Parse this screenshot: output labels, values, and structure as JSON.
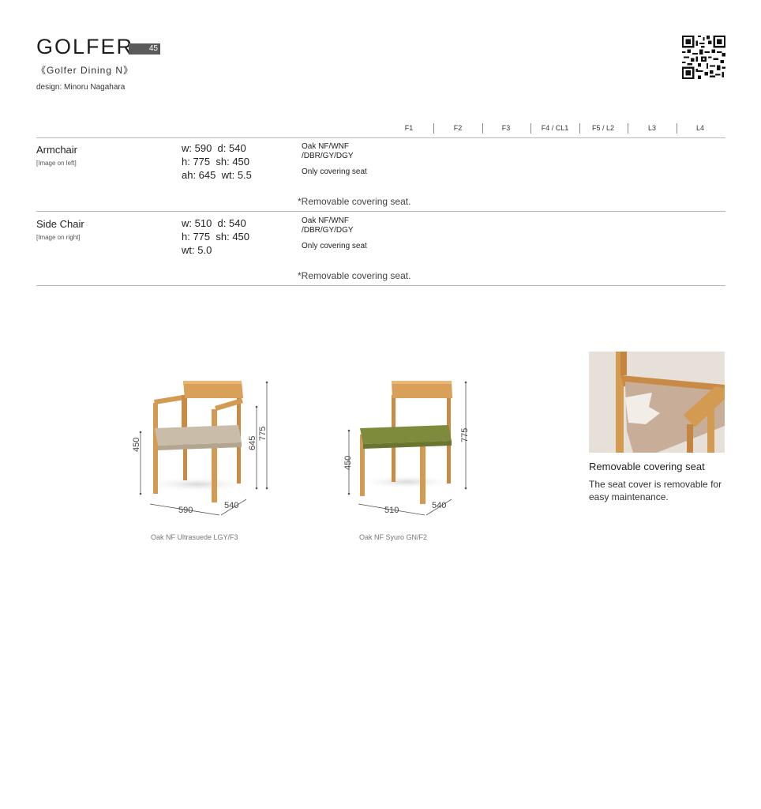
{
  "header": {
    "title": "GOLFER",
    "page_number": "45",
    "subtitle": "《Golfer Dining  N》",
    "designer": "design: Minoru Nagahara"
  },
  "finish_columns": [
    "F1",
    "F2",
    "F3",
    "F4 / CL1",
    "F5 / L2",
    "L3",
    "L4"
  ],
  "products": [
    {
      "name": "Armchair",
      "note": "[Image on left]",
      "dims": "w: 590  d: 540\nh: 775  sh: 450\nah: 645  wt: 5.5",
      "materials_line1": "Oak NF/WNF",
      "materials_line2": "/DBR/GY/DGY",
      "materials_note": "Only covering seat",
      "removable_note": "*Removable covering seat."
    },
    {
      "name": "Side Chair",
      "note": "[Image on right]",
      "dims": "w: 510  d: 540\nh: 775  sh: 450\nwt: 5.0",
      "materials_line1": "Oak NF/WNF",
      "materials_line2": "/DBR/GY/DGY",
      "materials_note": "Only covering seat",
      "removable_note": "*Removable covering seat."
    }
  ],
  "armchair_figure": {
    "caption": "Oak NF  Ultrasuede LGY/F3",
    "dim_seat_height": "450",
    "dim_arm_height": "645",
    "dim_height": "775",
    "dim_width": "590",
    "dim_depth": "540"
  },
  "sidechair_figure": {
    "caption": "Oak NF  Syuro GN/F2",
    "dim_seat_height": "450",
    "dim_height": "775",
    "dim_width": "510",
    "dim_depth": "540"
  },
  "removable_section": {
    "title": "Removable covering seat",
    "description": "The seat cover is removable for easy maintenance."
  },
  "colors": {
    "oak": "#d39a52",
    "oak_dark": "#b97d3a",
    "ultrasuede": "#c9bca9",
    "syuro": "#7e8a3c",
    "photo_bg": "#ece8e2"
  }
}
